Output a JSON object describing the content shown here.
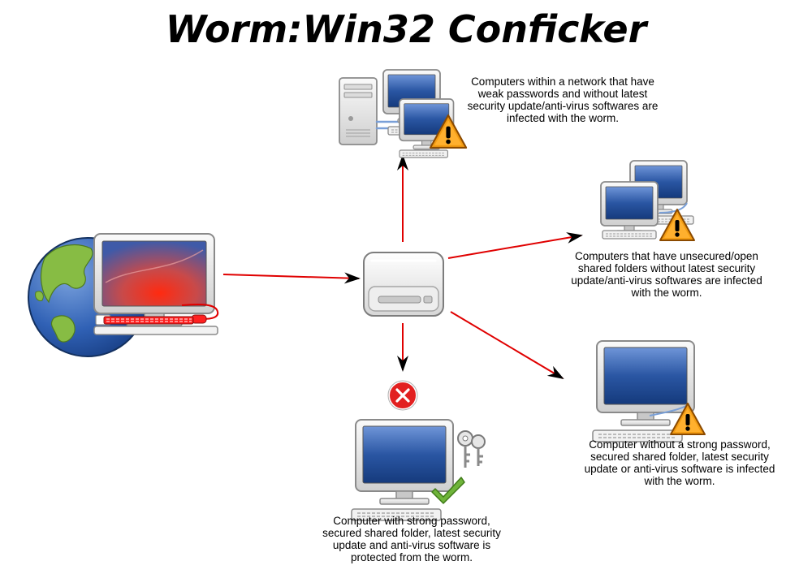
{
  "title": "Worm:Win32 Conficker",
  "colors": {
    "arrow": "#e00000",
    "screen_blue": "#2a56a3",
    "screen_red": "#d8281f",
    "warning": "#f39c12",
    "check": "#6fb43a",
    "block": "#e22020"
  },
  "nodes": {
    "source": {
      "icon": "infected-computer-with-globe-icon"
    },
    "hub": {
      "icon": "removable-drive-icon"
    },
    "top": {
      "icon": "network-server-computers-warning-icon",
      "caption": [
        "Computers within a network that have",
        "weak passwords and without latest",
        "security update/anti-virus softwares are",
        "infected with the worm."
      ]
    },
    "right_top": {
      "icon": "shared-folder-computers-warning-icon",
      "caption": [
        "Computers that have unsecured/open",
        "shared folders without latest security",
        "update/anti-virus softwares are infected",
        "with the worm."
      ]
    },
    "right_bottom": {
      "icon": "weak-computer-warning-icon",
      "caption": [
        "Computer without a strong password,",
        "secured shared folder, latest security",
        "update or anti-virus software is infected",
        "with the worm."
      ]
    },
    "bottom": {
      "icon": "protected-computer-keys-check-icon",
      "caption": [
        "Computer with strong password,",
        "secured shared folder, latest security",
        "update and anti-virus software is",
        "protected from the worm."
      ]
    }
  }
}
